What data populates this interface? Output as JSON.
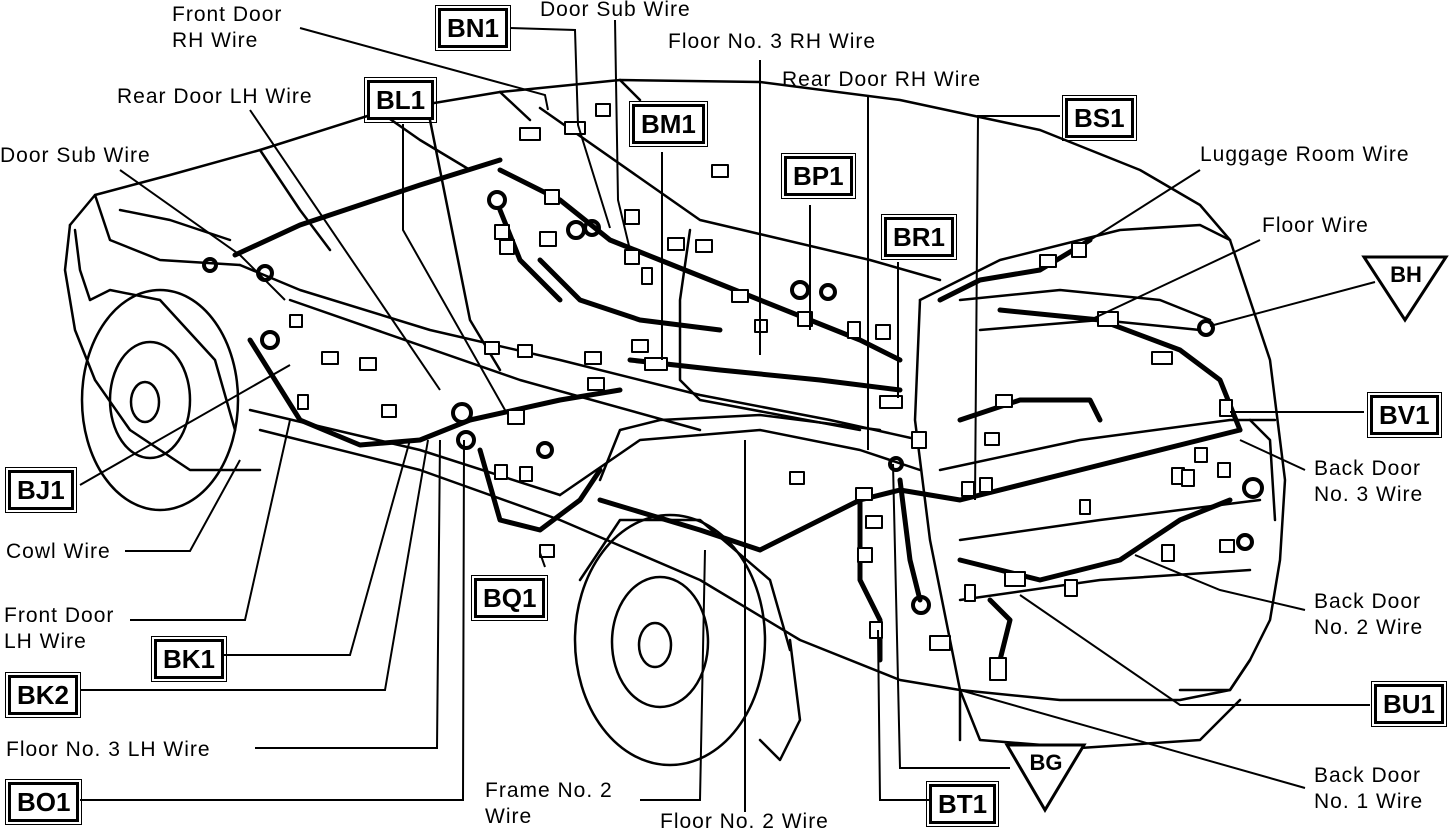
{
  "labels": {
    "front_door_rh_wire": "Front Door\nRH Wire",
    "door_sub_wire_top": "Door Sub Wire",
    "floor_no3_rh_wire": "Floor No. 3 RH Wire",
    "rear_door_rh_wire": "Rear Door RH Wire",
    "rear_door_lh_wire": "Rear Door LH Wire",
    "door_sub_wire_left": "Door Sub Wire",
    "luggage_room_wire": "Luggage Room Wire",
    "floor_wire": "Floor Wire",
    "back_door_no3_wire": "Back Door\nNo. 3 Wire",
    "cowl_wire": "Cowl Wire",
    "front_door_lh_wire": "Front Door\nLH Wire",
    "back_door_no2_wire": "Back Door\nNo. 2 Wire",
    "floor_no3_lh_wire": "Floor No. 3 LH Wire",
    "frame_no2_wire": "Frame No. 2\nWire",
    "floor_no2_wire": "Floor No. 2 Wire",
    "back_door_no1_wire": "Back Door\nNo. 1 Wire"
  },
  "codes": {
    "bn1": "BN1",
    "bl1": "BL1",
    "bm1": "BM1",
    "bp1": "BP1",
    "br1": "BR1",
    "bs1": "BS1",
    "bv1": "BV1",
    "bj1": "BJ1",
    "bk1": "BK1",
    "bk2": "BK2",
    "bo1": "BO1",
    "bq1": "BQ1",
    "bu1": "BU1",
    "bt1": "BT1"
  },
  "grounds": {
    "bh": "BH",
    "bg": "BG"
  }
}
